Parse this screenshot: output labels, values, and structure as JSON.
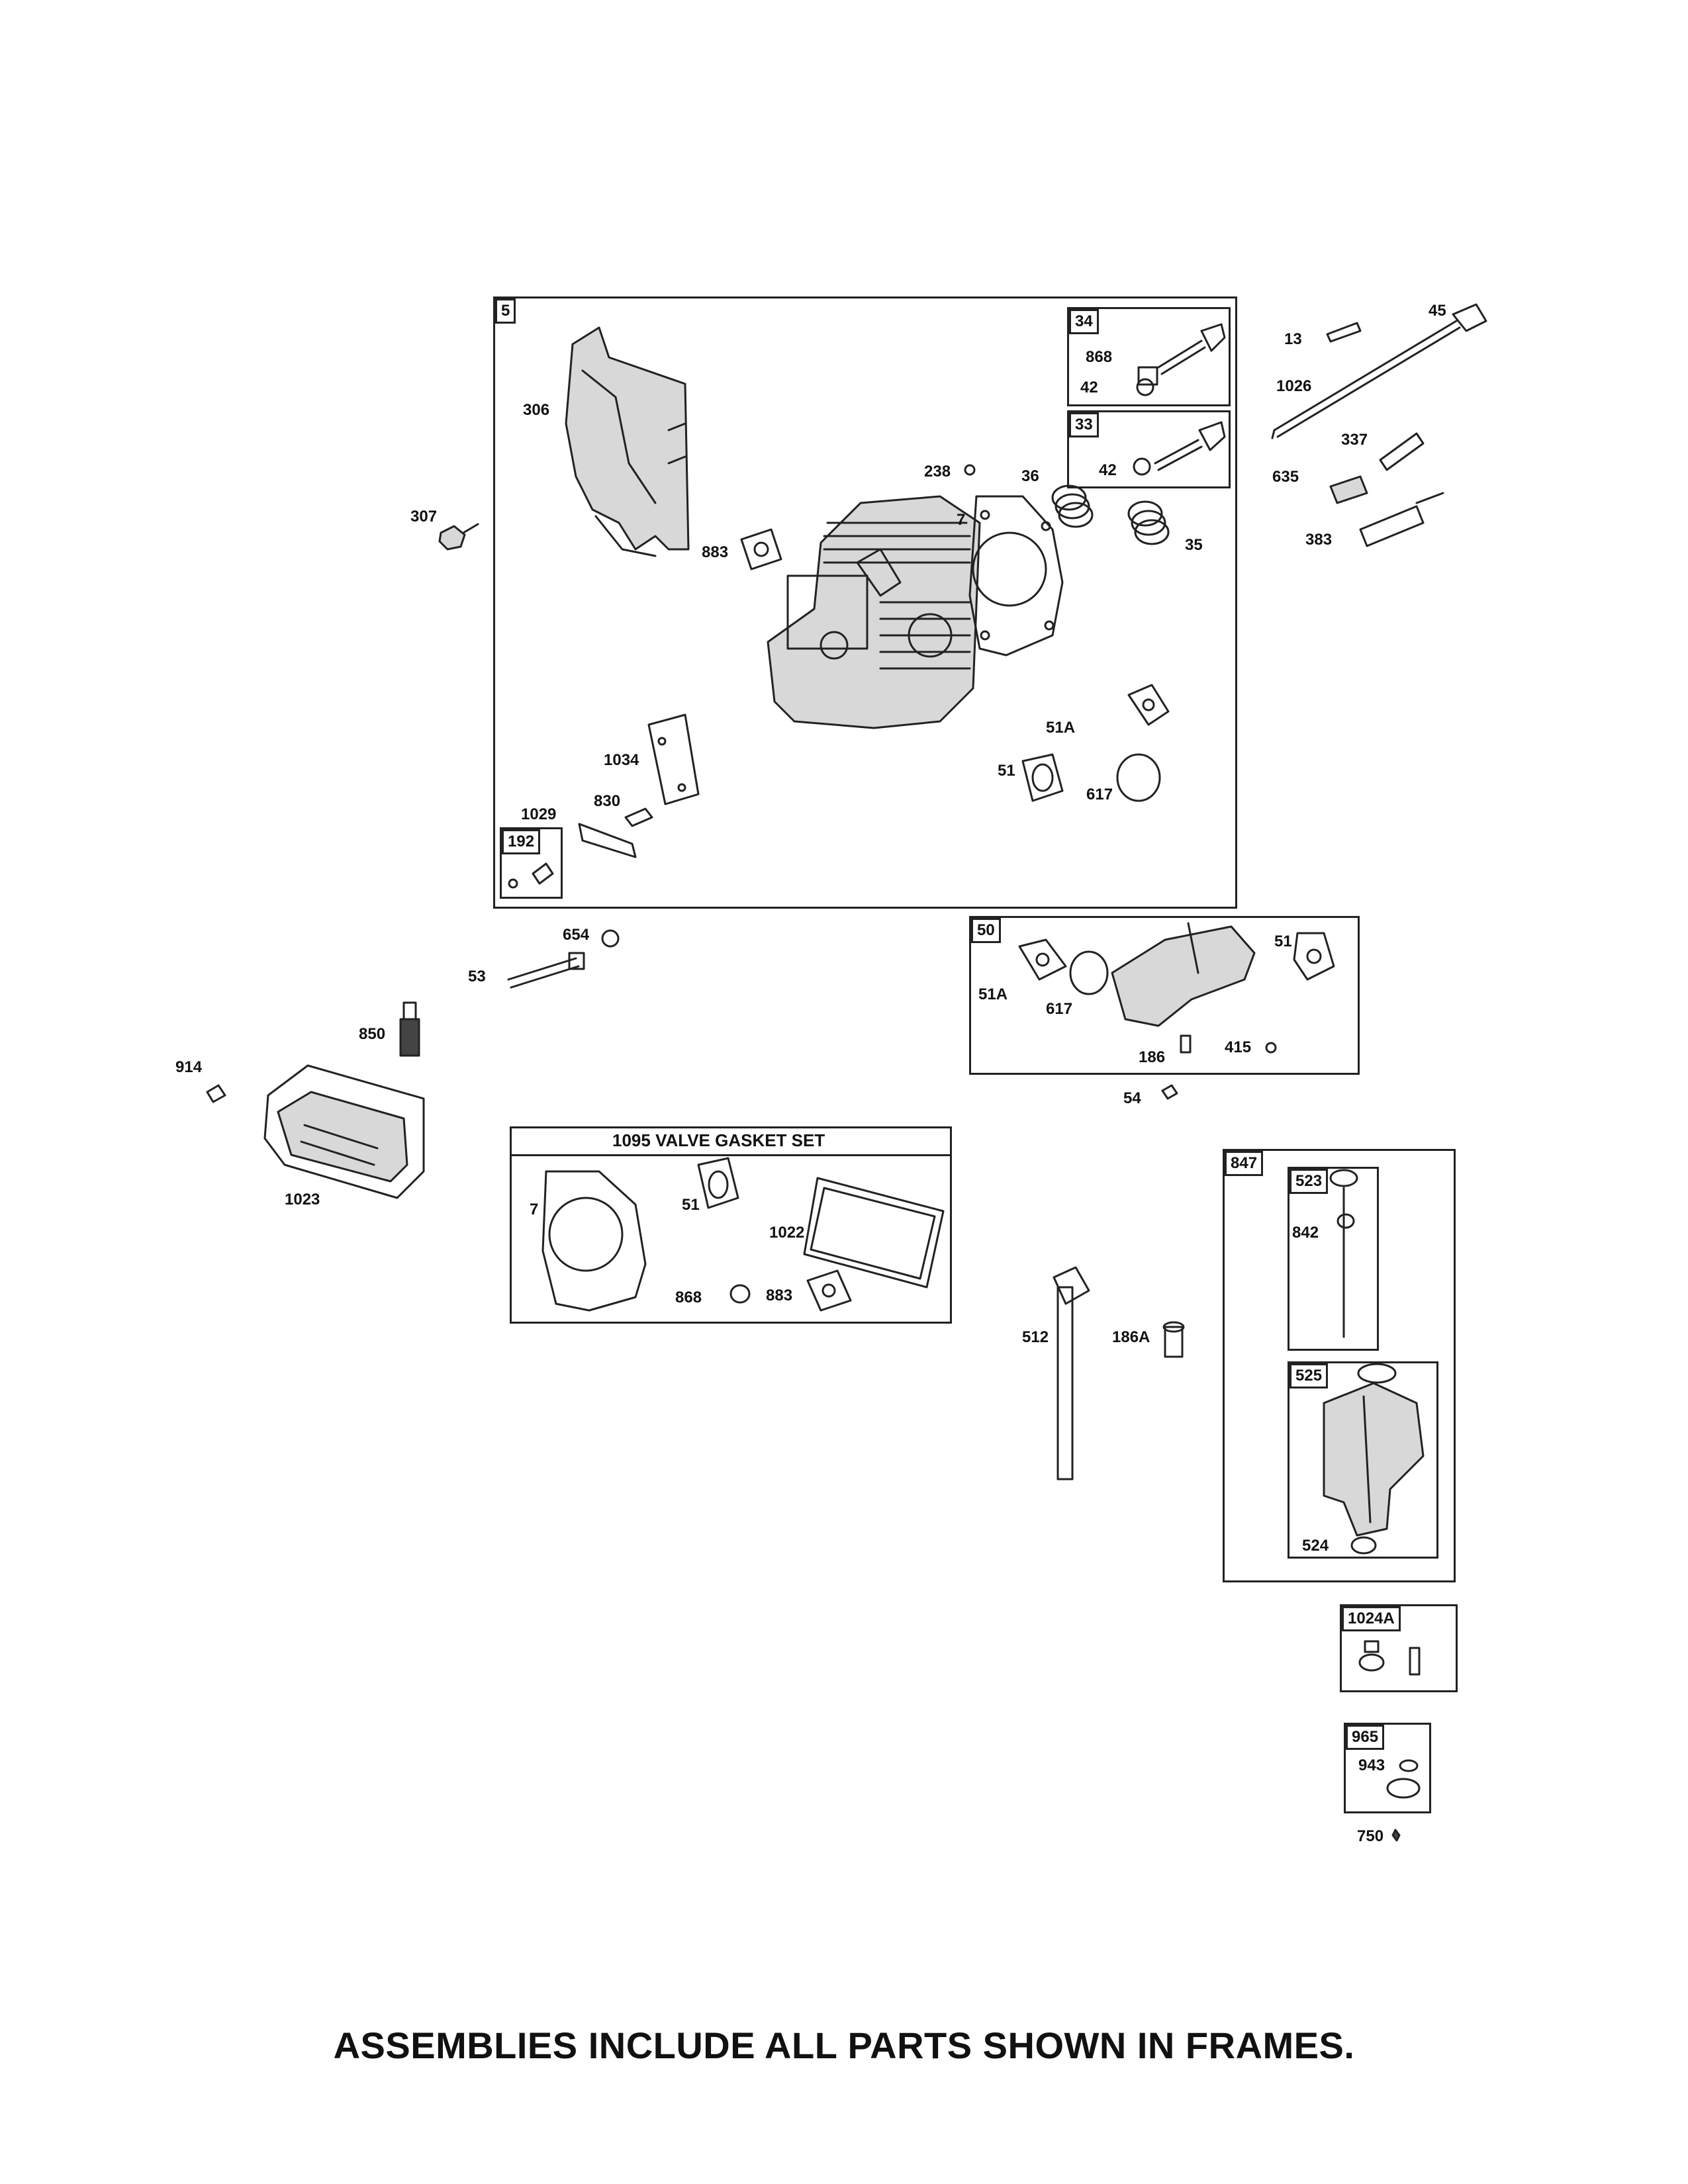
{
  "footer": "ASSEMBLIES INCLUDE ALL PARTS SHOWN IN FRAMES.",
  "frames": {
    "f5": "5",
    "f34": "34",
    "f33": "33",
    "f192": "192",
    "f50": "50",
    "f847": "847",
    "f523": "523",
    "f525": "525",
    "f1024A": "1024A",
    "f965": "965"
  },
  "valve_gasket_set": "1095 VALVE GASKET SET",
  "labels": {
    "p306": "306",
    "p307": "307",
    "p883": "883",
    "p7": "7",
    "p238": "238",
    "p36": "36",
    "p35": "35",
    "p868a": "868",
    "p42a": "42",
    "p42b": "42",
    "p13": "13",
    "p45": "45",
    "p1026": "1026",
    "p337": "337",
    "p635": "635",
    "p383": "383",
    "p1034": "1034",
    "p51A": "51A",
    "p51": "51",
    "p617": "617",
    "p830": "830",
    "p1029": "1029",
    "p654": "654",
    "p53": "53",
    "p850": "850",
    "p914": "914",
    "p1023": "1023",
    "p51b": "51",
    "p51Ab": "51A",
    "p617b": "617",
    "p186": "186",
    "p415": "415",
    "p54": "54",
    "p7b": "7",
    "p51c": "51",
    "p1022": "1022",
    "p868b": "868",
    "p883b": "883",
    "p512": "512",
    "p186A": "186A",
    "p842": "842",
    "p524": "524",
    "p943": "943",
    "p750": "750"
  }
}
